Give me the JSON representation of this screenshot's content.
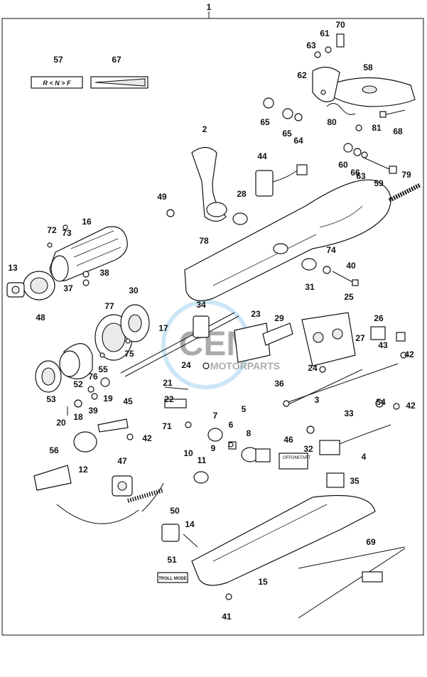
{
  "diagram": {
    "assembly_number": "1",
    "callouts": [
      "2",
      "3",
      "4",
      "5",
      "6",
      "7",
      "8",
      "9",
      "10",
      "11",
      "12",
      "13",
      "14",
      "15",
      "16",
      "17",
      "18",
      "19",
      "20",
      "21",
      "22",
      "23",
      "24",
      "24",
      "25",
      "26",
      "27",
      "28",
      "29",
      "30",
      "31",
      "32",
      "33",
      "34",
      "35",
      "36",
      "37",
      "38",
      "39",
      "40",
      "41",
      "42",
      "42",
      "42",
      "43",
      "44",
      "45",
      "46",
      "47",
      "48",
      "49",
      "50",
      "51",
      "52",
      "53",
      "54",
      "55",
      "56",
      "57",
      "58",
      "59",
      "60",
      "61",
      "62",
      "63",
      "63",
      "64",
      "65",
      "65",
      "66",
      "67",
      "68",
      "69",
      "70",
      "71",
      "72",
      "73",
      "74",
      "75",
      "76",
      "77",
      "78",
      "79",
      "80",
      "81"
    ],
    "labels": {
      "label_57": "R < N > F",
      "label_46_off": "OFF",
      "label_46_on": "ON",
      "label_46_start": "START",
      "label_51": "TROLL MODE"
    },
    "watermark": {
      "brand": "CEM",
      "sub": "MOTORPARTS"
    }
  }
}
